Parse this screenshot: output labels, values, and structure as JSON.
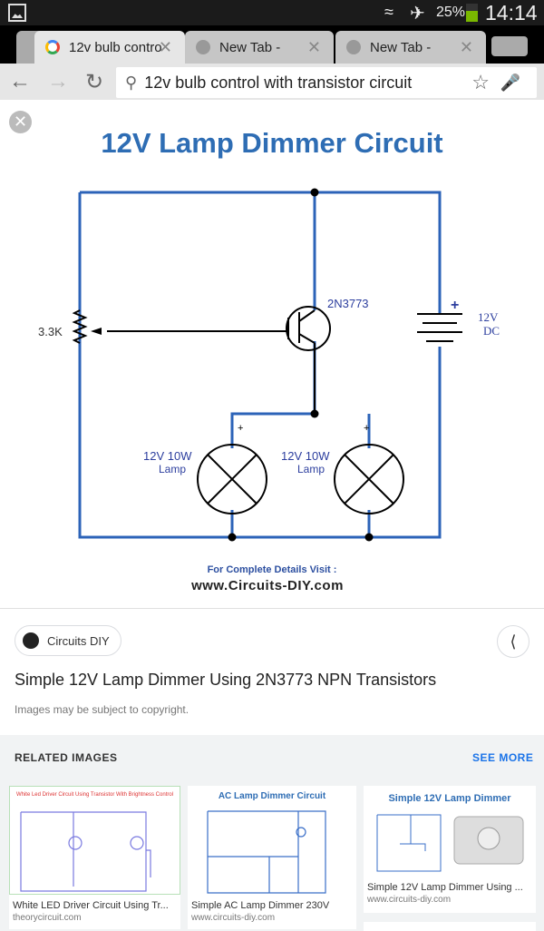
{
  "status": {
    "battery": "25%",
    "battery_level": 0.25,
    "time": "14:14"
  },
  "tabs": [
    {
      "label": "12v bulb contro",
      "icon": "google-icon",
      "active": true
    },
    {
      "label": "New Tab -",
      "icon": "globe-icon"
    },
    {
      "label": "New Tab -",
      "icon": "globe-icon"
    }
  ],
  "omnibox": {
    "value": "12v bulb control with transistor circuit"
  },
  "image": {
    "title": "12V Lamp Dimmer Circuit",
    "pot": "3.3K",
    "transistor": "2N3773",
    "plus": "+",
    "battery_v": "12V",
    "battery_dc": "DC",
    "lamp1": "12V 10W",
    "lamp1b": "Lamp",
    "lamp2": "12V 10W",
    "lamp2b": "Lamp",
    "visit": "For Complete Details Visit :",
    "url": "www.Circuits-DIY.com"
  },
  "info": {
    "source": "Circuits DIY",
    "title": "Simple 12V Lamp Dimmer Using 2N3773 NPN Transistors",
    "copyright": "Images may be subject to copyright."
  },
  "related": {
    "heading": "RELATED IMAGES",
    "see_more": "SEE MORE",
    "items": [
      {
        "thumb_title": "White Led Driver Circuit Using Transistor With Brightness Control",
        "title": "White LED Driver Circuit Using Tr...",
        "source": "theorycircuit.com"
      },
      {
        "thumb_title": "AC Lamp Dimmer Circuit",
        "title": "Simple AC Lamp Dimmer 230V",
        "source": "www.circuits-diy.com"
      },
      {
        "thumb_title": "Simple 12V Lamp Dimmer",
        "title": "Simple 12V Lamp Dimmer Using ...",
        "source": "www.circuits-diy.com"
      }
    ]
  }
}
